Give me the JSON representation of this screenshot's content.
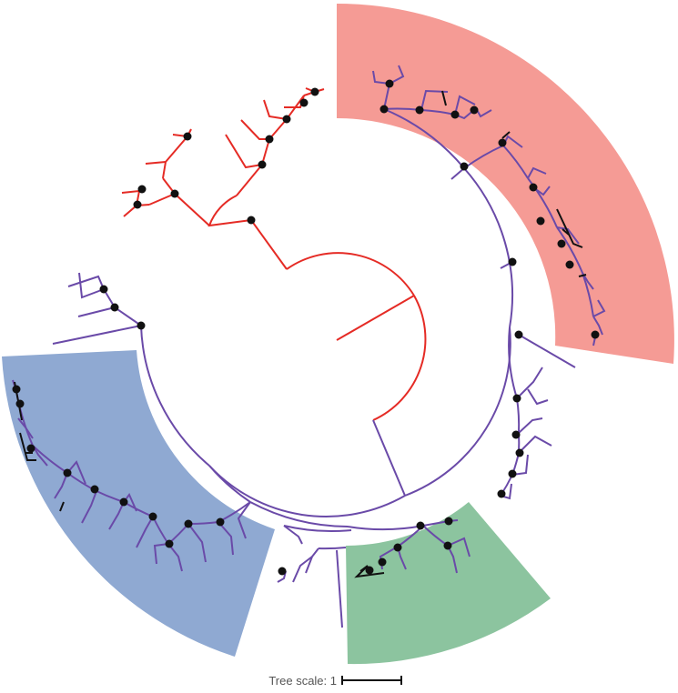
{
  "colors": {
    "clade_red_highlight": "#f59b95",
    "clade_blue_highlight": "#8fa9d2",
    "clade_green_highlight": "#8cc49f",
    "branch_red": "#e52b25",
    "branch_purple": "#6a4aa8",
    "branch_black": "#111111",
    "node_dot": "#111111"
  },
  "highlighted_clades": [
    "clade-red",
    "clade-blue",
    "clade-green"
  ],
  "scale_bar": {
    "label": "Tree scale: 1"
  }
}
